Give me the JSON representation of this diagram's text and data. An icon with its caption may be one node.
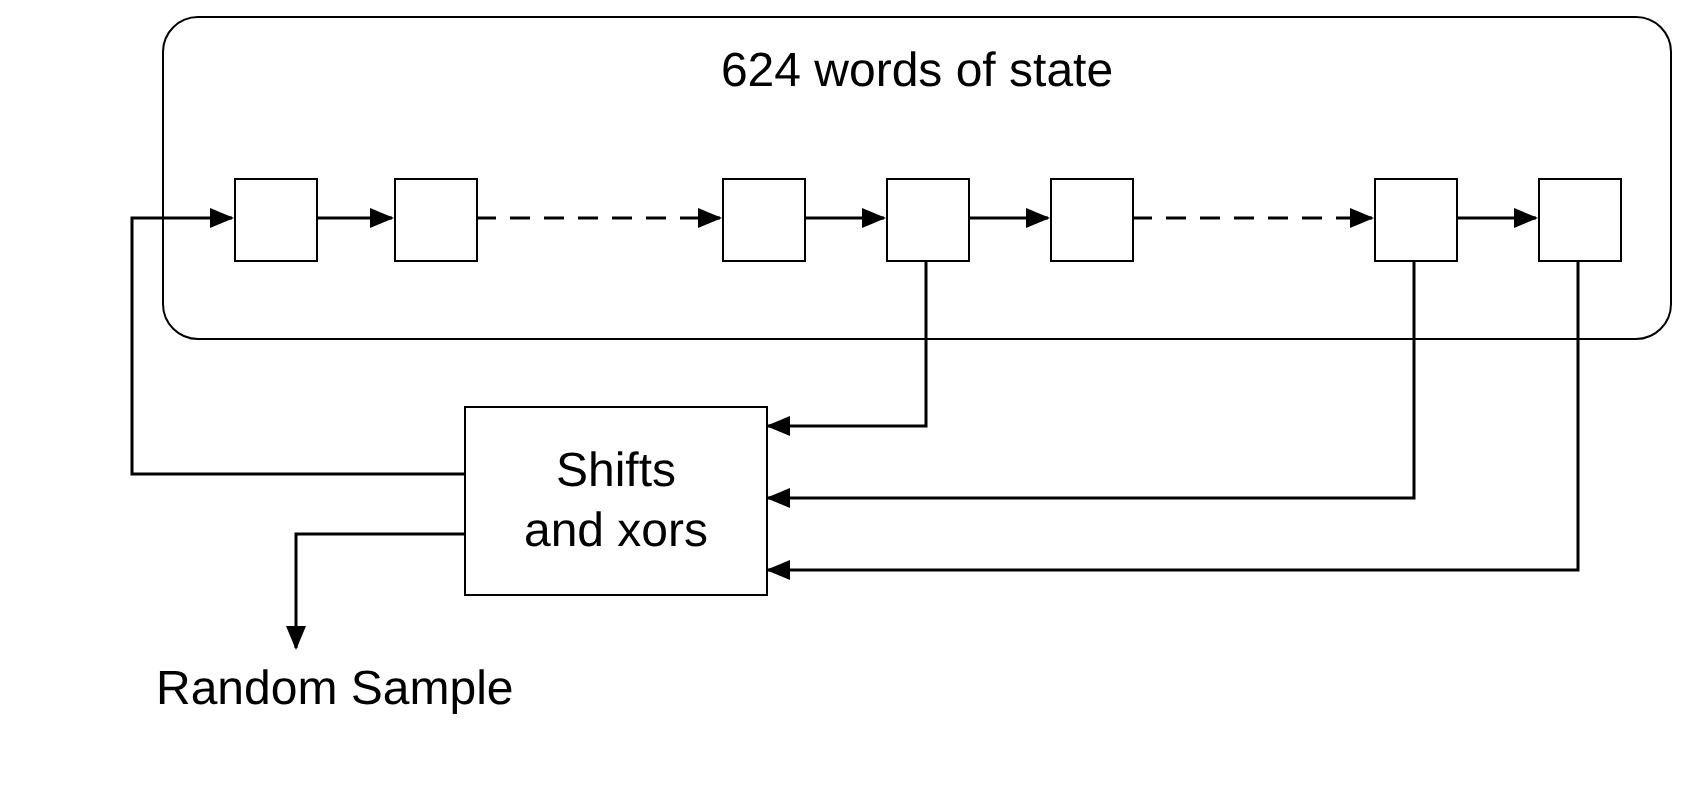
{
  "diagram": {
    "nodes": [
      {
        "text": [
          "624 words of state"
        ]
      },
      {
        "text": [],
        "shape": "box",
        "in": 0
      },
      {
        "text": [],
        "shape": "box",
        "in": 0
      },
      {
        "text": [],
        "shape": "box",
        "in": 0
      },
      {
        "text": [],
        "shape": "box",
        "in": 0
      },
      {
        "text": [],
        "shape": "box",
        "in": 0
      },
      {
        "text": [],
        "shape": "box",
        "in": 0
      },
      {
        "text": [],
        "shape": "box",
        "in": 0
      },
      {
        "text": [
          "Shifts and xors"
        ]
      },
      {
        "text": [
          "Random Sample"
        ]
      }
    ],
    "edges": [
      {
        "from": 1,
        "to": 2,
        "arrow": "to"
      },
      {
        "from": 2,
        "to": 3,
        "arrow": "to",
        "style": "dashed"
      },
      {
        "from": 3,
        "to": 4,
        "arrow": "to"
      },
      {
        "from": 4,
        "to": 5,
        "arrow": "to"
      },
      {
        "from": 5,
        "to": 6,
        "arrow": "to",
        "style": "dashed"
      },
      {
        "from": 6,
        "to": 7,
        "arrow": "to"
      },
      {
        "from": 4,
        "to": 8,
        "arrow": "to"
      },
      {
        "from": 6,
        "to": 8,
        "arrow": "to"
      },
      {
        "from": 7,
        "to": 8,
        "arrow": "to"
      },
      {
        "from": 8,
        "to": 1,
        "arrow": "to"
      },
      {
        "from": 8,
        "to": 9,
        "arrow": "to"
      }
    ]
  }
}
